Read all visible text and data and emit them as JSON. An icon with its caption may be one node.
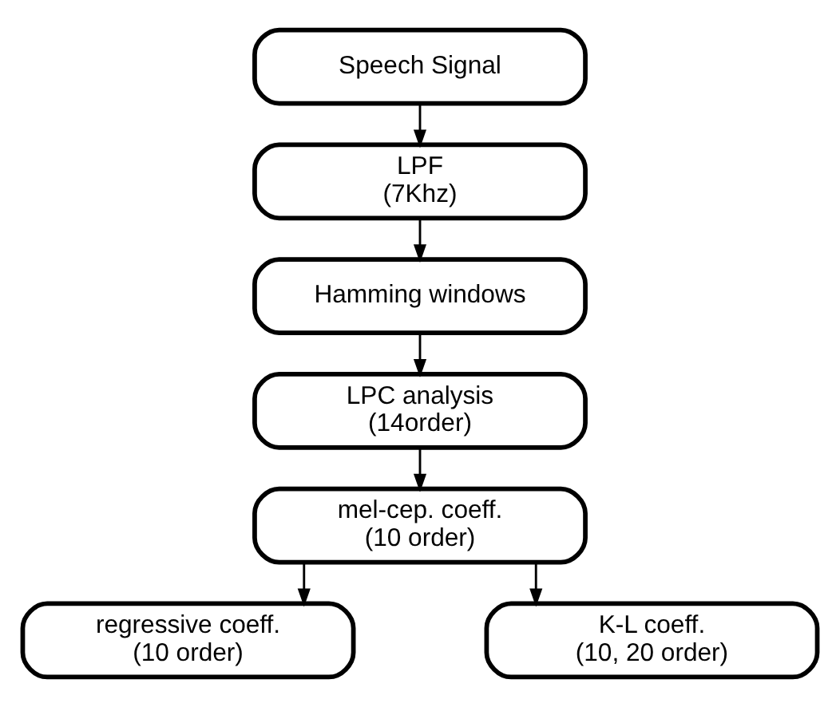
{
  "diagram": {
    "nodes": [
      {
        "text": [
          "Speech Signal"
        ]
      },
      {
        "text": [
          "LPF (7Khz)"
        ]
      },
      {
        "text": [
          "Hamming windows"
        ]
      },
      {
        "text": [
          "LPC analysis (14order)"
        ]
      },
      {
        "text": [
          "mel-cep. coeff. (10 order)"
        ]
      },
      {
        "text": [
          "regressive coeff. (10 order)"
        ]
      },
      {
        "text": [
          "K-L coeff. (10, 20 order)"
        ]
      }
    ],
    "edges": [
      {
        "from": 0,
        "to": 1,
        "arrow": "to"
      },
      {
        "from": 1,
        "to": 2,
        "arrow": "to"
      },
      {
        "from": 2,
        "to": 3,
        "arrow": "to"
      },
      {
        "from": 3,
        "to": 4,
        "arrow": "to"
      },
      {
        "from": 4,
        "to": 5,
        "arrow": "to"
      },
      {
        "from": 4,
        "to": 6,
        "arrow": "to"
      }
    ]
  }
}
